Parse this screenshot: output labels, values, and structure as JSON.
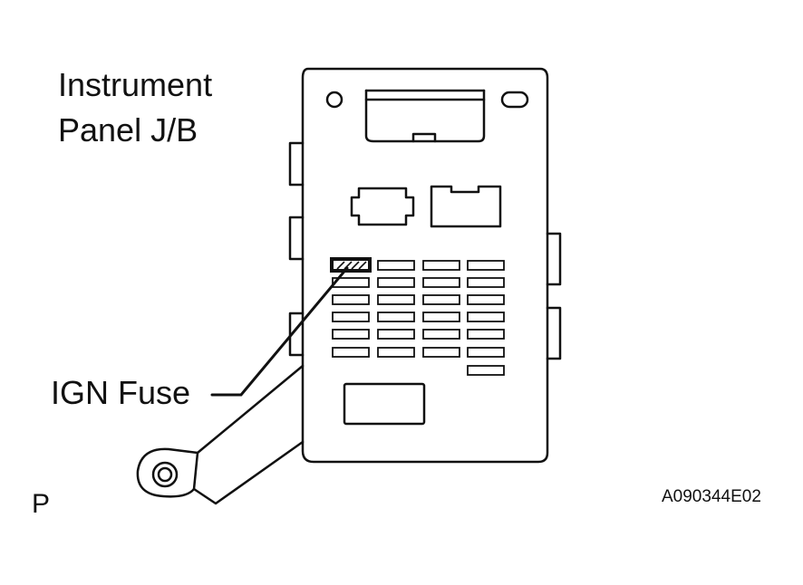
{
  "title": {
    "line1": "Instrument",
    "line2": "Panel J/B"
  },
  "callout": {
    "label": "IGN Fuse"
  },
  "page_letter": "P",
  "figure_code": "A090344E02"
}
